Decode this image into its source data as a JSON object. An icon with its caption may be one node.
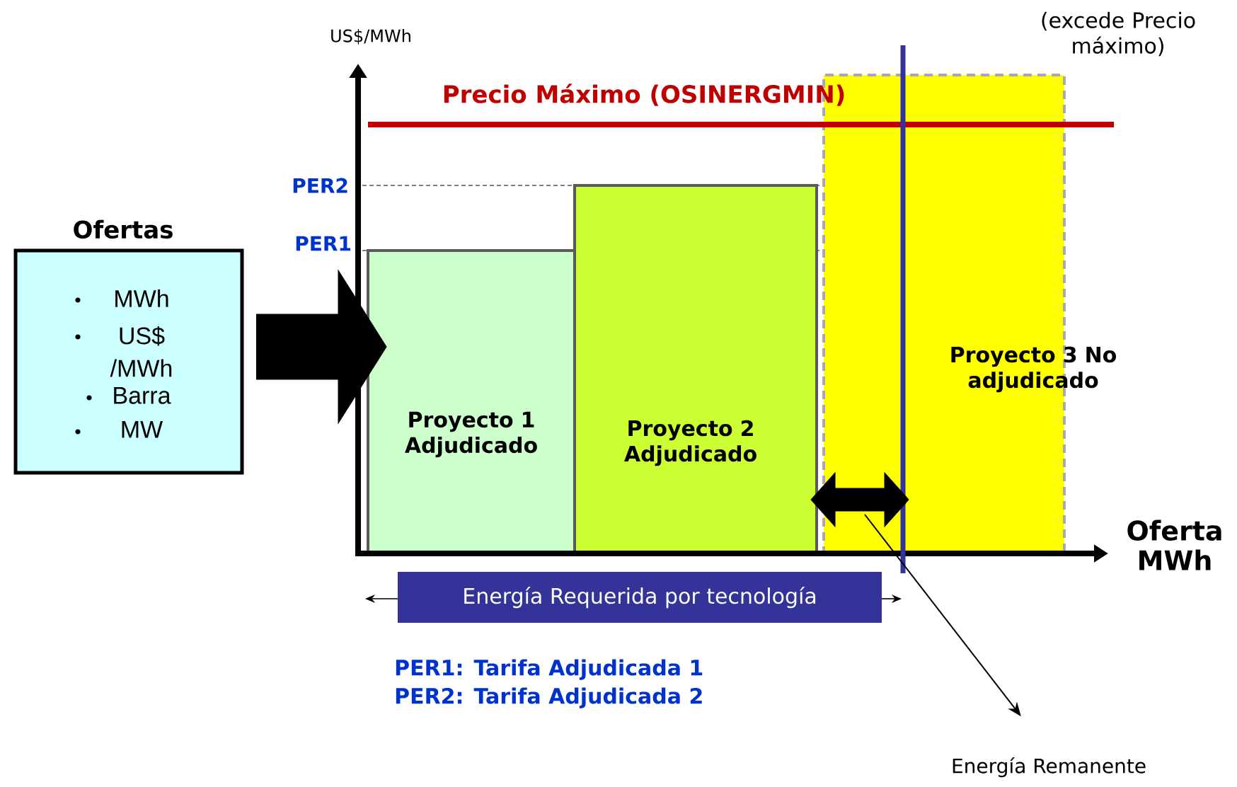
{
  "diagram": {
    "nodes": [
      {
        "text": [
          "Ofertas",
          "MWh",
          "US$ /MWh",
          "Barra",
          "MW"
        ]
      },
      {
        "text": [
          "Proyecto 1 Adjudicado"
        ]
      },
      {
        "text": [
          "Proyecto 2 Adjudicado"
        ]
      },
      {
        "text": [
          "Proyecto 3 No adjudicado"
        ],
        "beside": [
          "(excede Precio máximo)"
        ]
      },
      {
        "text": [
          "Energía Requerida por tecnología"
        ]
      },
      {
        "text": [
          "Energía Remanente"
        ]
      }
    ],
    "edges": [
      {
        "from": 0,
        "to": 1,
        "arrow": "to",
        "style": "thick"
      },
      {
        "from": 2,
        "to": 3,
        "arrow": "both",
        "style": "thick"
      },
      {
        "from": 3,
        "to": 5,
        "arrow": "to"
      }
    ],
    "labels": [
      "US$/MWh",
      "Precio Máximo (OSINERGMIN)",
      "PER2",
      "PER1",
      "Oferta MWh",
      "PER1: Tarifa Adjudicada 1",
      "PER2: Tarifa Adjudicada 2"
    ]
  }
}
